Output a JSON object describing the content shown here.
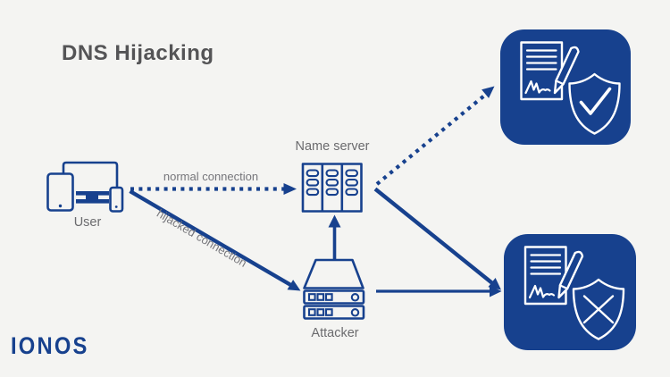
{
  "title": "DNS Hijacking",
  "brand": {
    "logo_text": "IONOS"
  },
  "colors": {
    "background": "#f4f4f2",
    "brand_blue": "#17418e",
    "box_fill": "#17418e",
    "title_text": "#545456",
    "label_text": "#6b6b6e",
    "connection_label_text": "#76767b",
    "card_line_white": "#ffffff"
  },
  "nodes": {
    "user": {
      "label": "User",
      "icon": "user-devices-icon"
    },
    "name_server": {
      "label": "Name server",
      "icon": "server-rack-icon"
    },
    "attacker": {
      "label": "Attacker",
      "icon": "attacker-server-icon"
    },
    "legit_site": {
      "icon": "signed-contract-shield-check-icon"
    },
    "fake_site": {
      "icon": "signed-contract-shield-cross-icon"
    }
  },
  "connections": [
    {
      "id": "user-to-name-server",
      "label": "normal connection",
      "style": "dotted-arrow"
    },
    {
      "id": "user-to-attacker",
      "label": "hijacked connection",
      "style": "solid-arrow"
    },
    {
      "id": "attacker-to-name-server",
      "label": "",
      "style": "solid-arrow"
    },
    {
      "id": "name-server-to-legit-site",
      "label": "",
      "style": "dotted-arrow"
    },
    {
      "id": "name-server-to-fake-site",
      "label": "",
      "style": "solid-arrow"
    },
    {
      "id": "attacker-to-fake-site",
      "label": "",
      "style": "solid-arrow"
    }
  ]
}
